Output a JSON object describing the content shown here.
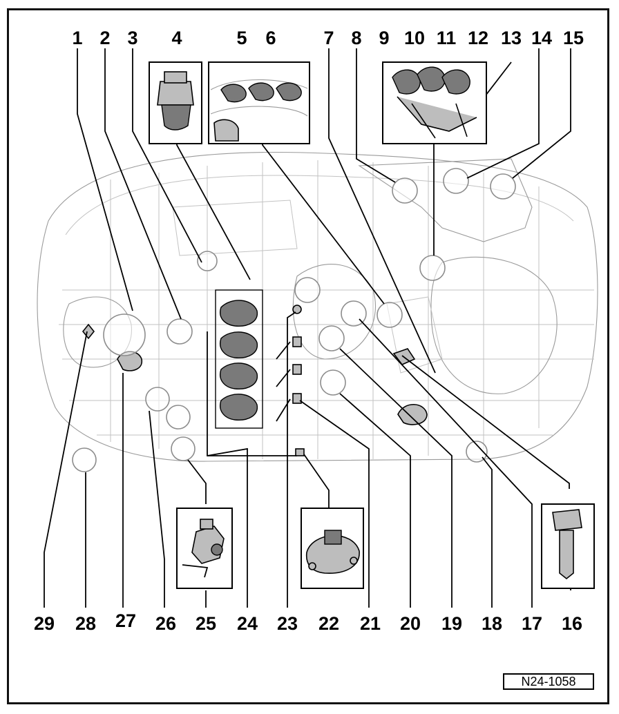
{
  "diagram": {
    "top_labels": [
      "1",
      "2",
      "3",
      "4",
      "5",
      "6",
      "7",
      "8",
      "9",
      "10",
      "11",
      "12",
      "13",
      "14",
      "15"
    ],
    "bottom_labels": [
      "29",
      "28",
      "27",
      "26",
      "25",
      "24",
      "23",
      "22",
      "21",
      "20",
      "19",
      "18",
      "17",
      "16"
    ],
    "reference_code": "N24-1058"
  },
  "colors": {
    "ink": "#000000",
    "engine_sketch": "#9a9a9a",
    "background": "#ffffff"
  },
  "icons": [
    "switch-connector-icon",
    "fuel-injector-icon",
    "sensor-housing-icon",
    "temperature-sender-icon",
    "hall-sender-icon",
    "position-sender-icon"
  ]
}
